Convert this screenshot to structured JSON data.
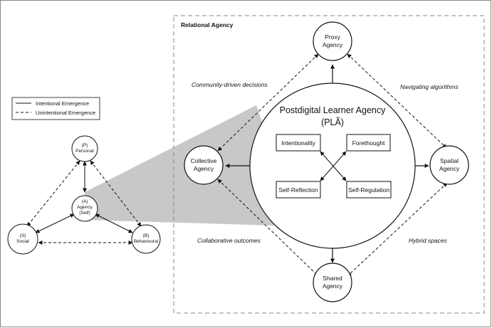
{
  "legend": {
    "intentional": "Intentional Emergence",
    "unintentional": "Unintentional Emergence"
  },
  "triad": {
    "personal": {
      "letter": "(P)",
      "label": "Personal"
    },
    "agency": {
      "letter": "(A)",
      "label1": "Agency",
      "label2": "(Self)"
    },
    "social": {
      "letter": "(S)",
      "label": "Social"
    },
    "behavioural": {
      "letter": "(B)",
      "label": "Behavioural"
    }
  },
  "relational": {
    "title": "Relational Agency",
    "center": {
      "line1": "Postdigital Learner Agency",
      "line2": "(PLÃ)"
    },
    "boxes": {
      "intentionality": "Intentionality",
      "forethought": "Forethought",
      "self_reflection": "Self-Reflection",
      "self_regulation": "Self-Regulation"
    },
    "nodes": {
      "proxy": {
        "line1": "Proxy",
        "line2": "Agency"
      },
      "collective": {
        "line1": "Collective",
        "line2": "Agency"
      },
      "spatial": {
        "line1": "Spatial",
        "line2": "Agency"
      },
      "shared": {
        "line1": "Shared",
        "line2": "Agency"
      }
    },
    "annotations": {
      "community": "Community-driven decisions",
      "navigating": "Navigating algorithms",
      "collaborative": "Collaborative outcomes",
      "hybrid": "Hybrid spaces"
    }
  }
}
